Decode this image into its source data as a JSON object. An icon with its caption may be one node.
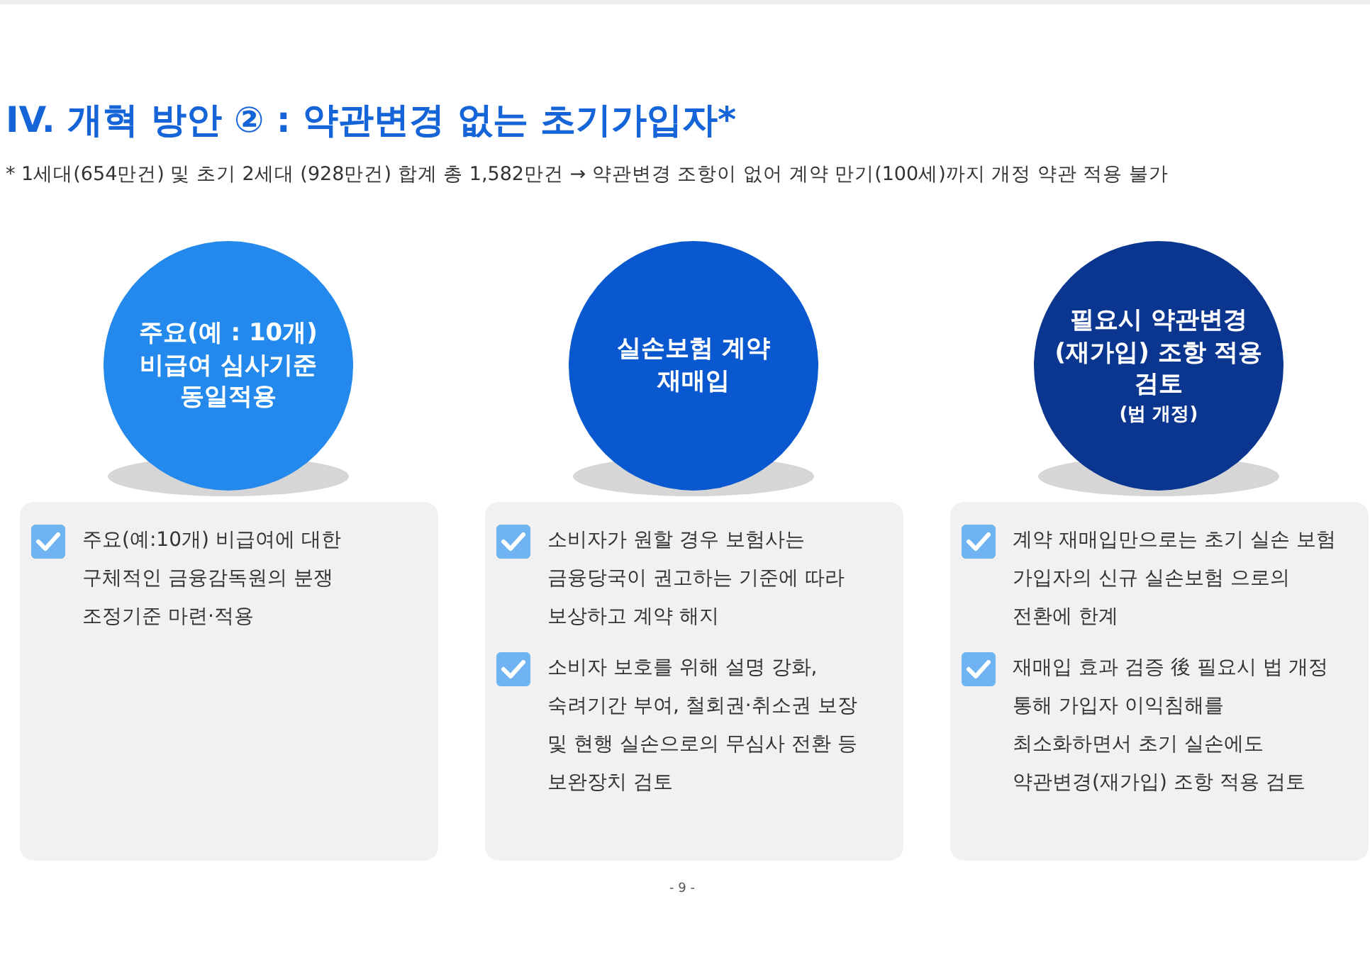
{
  "diagram": {
    "title": "IV. 개혁 방안 ② : 약관변경 없는 초기가입자*",
    "nodes": [
      {
        "text": [
          "주요(예 : 10개) 비급여 심사기준 동일적용"
        ]
      },
      {
        "text": [
          "주요(예:10개) 비급여에 대한 구체적인 금융감독원의 분쟁 조정기준 마련·적용"
        ]
      },
      {
        "text": [
          "실손보험 계약 재매입"
        ]
      },
      {
        "text": [
          "소비자가 원할 경우 보험사는 금융당국이 권고하는 기준에 따라 보상하고 계약 해지",
          "소비자 보호를 위해 설명 강화, 숙려기간 부여, 철회권·취소권 보장 및 현행 실손으로의 무심사 전환 등 보완장치 검토"
        ]
      },
      {
        "text": [
          "필요시 약관변경(재가입) 조항 적용 검토",
          "(법 개정)"
        ]
      },
      {
        "text": [
          "계약 재매입만으로는 초기 실손 보험 가입자의 신규 실손보험 으로의 전환에 한계",
          "재매입 효과 검증 後 필요시 법 개정 통해 가입자 이익침해를 최소화하면서 초기 실손에도 약관변경(재가입) 조항 적용 검토"
        ]
      }
    ],
    "labels": [
      "* 1세대(654만건) 및 초기 2세대 (928만건) 합계 총 1,582만건 → 약관변경 조항이 없어 계약 만기(100세)까지 개정 약관 적용 불가",
      "- 9 -"
    ]
  }
}
